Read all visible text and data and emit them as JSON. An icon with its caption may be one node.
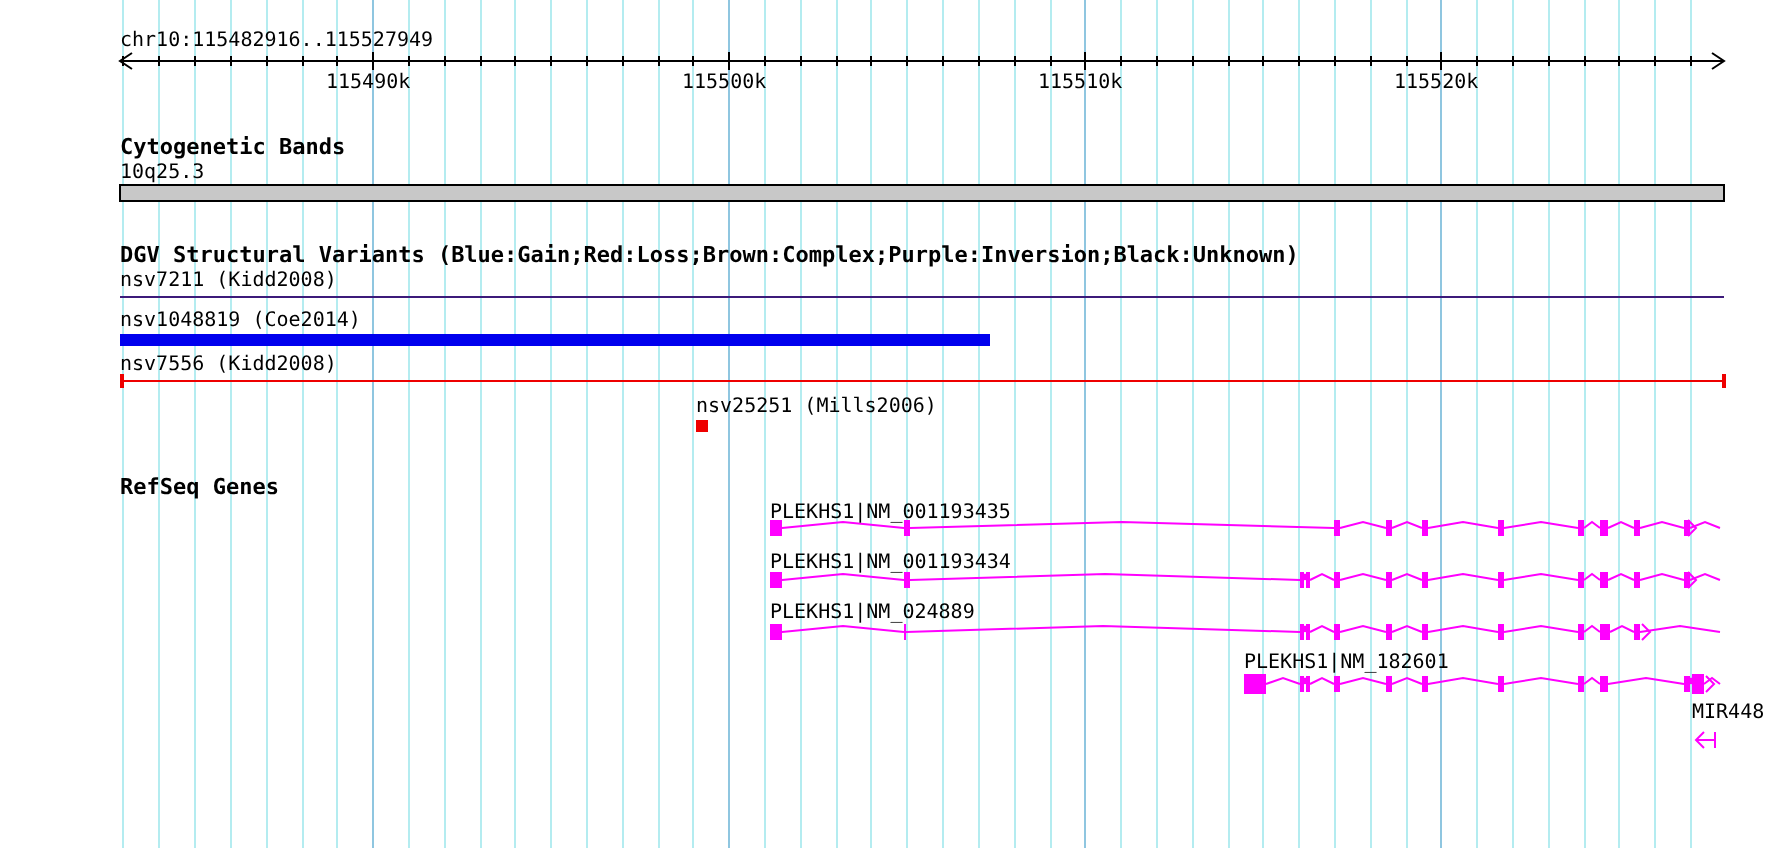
{
  "diagram": {
    "labels": [
      "chr10:115482916..115527949",
      "115490k",
      "115500k",
      "115510k",
      "115520k",
      "Cytogenetic Bands",
      "10q25.3",
      "DGV Structural Variants (Blue:Gain;Red:Loss;Brown:Complex;Purple:Inversion;Black:Unknown)",
      "nsv7211 (Kidd2008)",
      "nsv1048819 (Coe2014)",
      "nsv7556 (Kidd2008)",
      "nsv25251 (Mills2006)",
      "RefSeq Genes",
      "PLEKHS1|NM_001193435",
      "PLEKHS1|NM_001193434",
      "PLEKHS1|NM_024889",
      "PLEKHS1|NM_182601",
      "MIR448"
    ]
  }
}
